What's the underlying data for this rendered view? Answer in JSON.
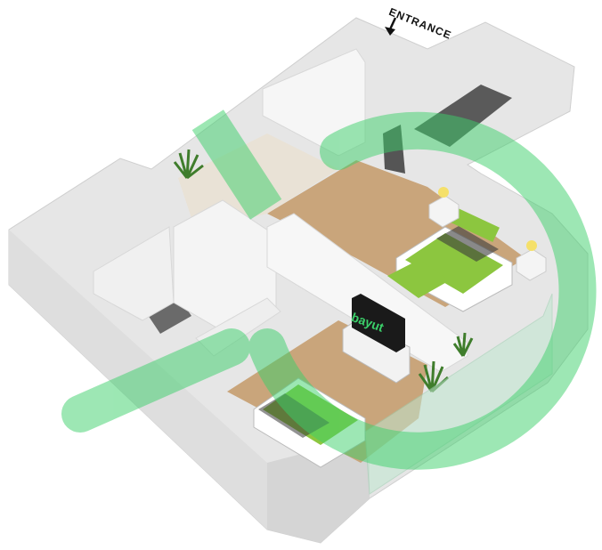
{
  "floorplan": {
    "entrance_label": "ENTRANCE",
    "tv_logo": "bayut"
  },
  "watermark": {
    "brand": "bayut",
    "color": "#3bd06a"
  },
  "colors": {
    "wall": "#f2f2f2",
    "wall_shadow": "#d8d8d8",
    "floor_wood": "#c9a57b",
    "floor_dark": "#5a5a5a",
    "bedding_green": "#8cc63f"
  },
  "icons": [
    "entrance-arrow-icon",
    "plant-icon",
    "lamp-icon",
    "bed-icon",
    "tv-icon"
  ]
}
